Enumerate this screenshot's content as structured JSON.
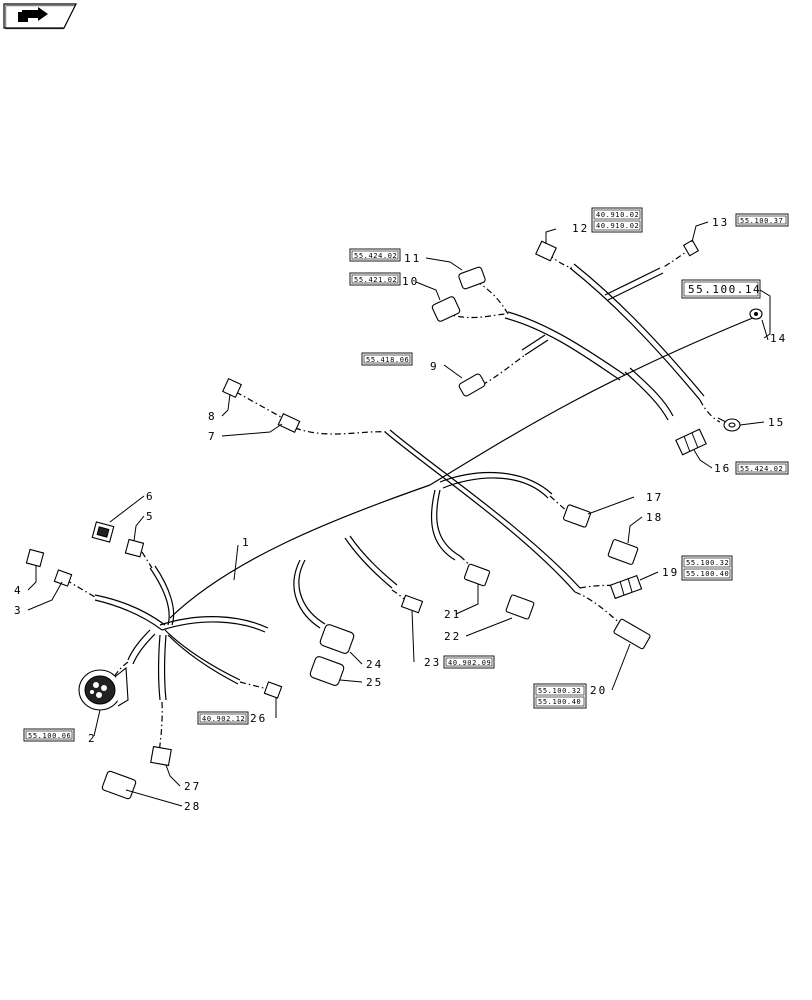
{
  "nav_icon": "arrow-right-icon",
  "callouts": [
    "1",
    "2",
    "3",
    "4",
    "5",
    "6",
    "7",
    "8",
    "9",
    "10",
    "11",
    "12",
    "13",
    "14",
    "15",
    "16",
    "17",
    "18",
    "19",
    "20",
    "21",
    "22",
    "23",
    "24",
    "25",
    "26",
    "27",
    "28"
  ],
  "refs": {
    "r2": "55.100.06",
    "r9": "55.418.06",
    "r10": "55.421.02",
    "r11": "55.424.02",
    "r12a": "40.910.02",
    "r12b": "40.910.02",
    "r13": "55.100.37",
    "r14": "55.100.14",
    "r16": "55.424.02",
    "r19a": "55.100.32",
    "r19b": "55.100.40",
    "r20a": "55.100.32",
    "r20b": "55.100.40",
    "r23": "40.902.09",
    "r26": "40.902.12"
  }
}
